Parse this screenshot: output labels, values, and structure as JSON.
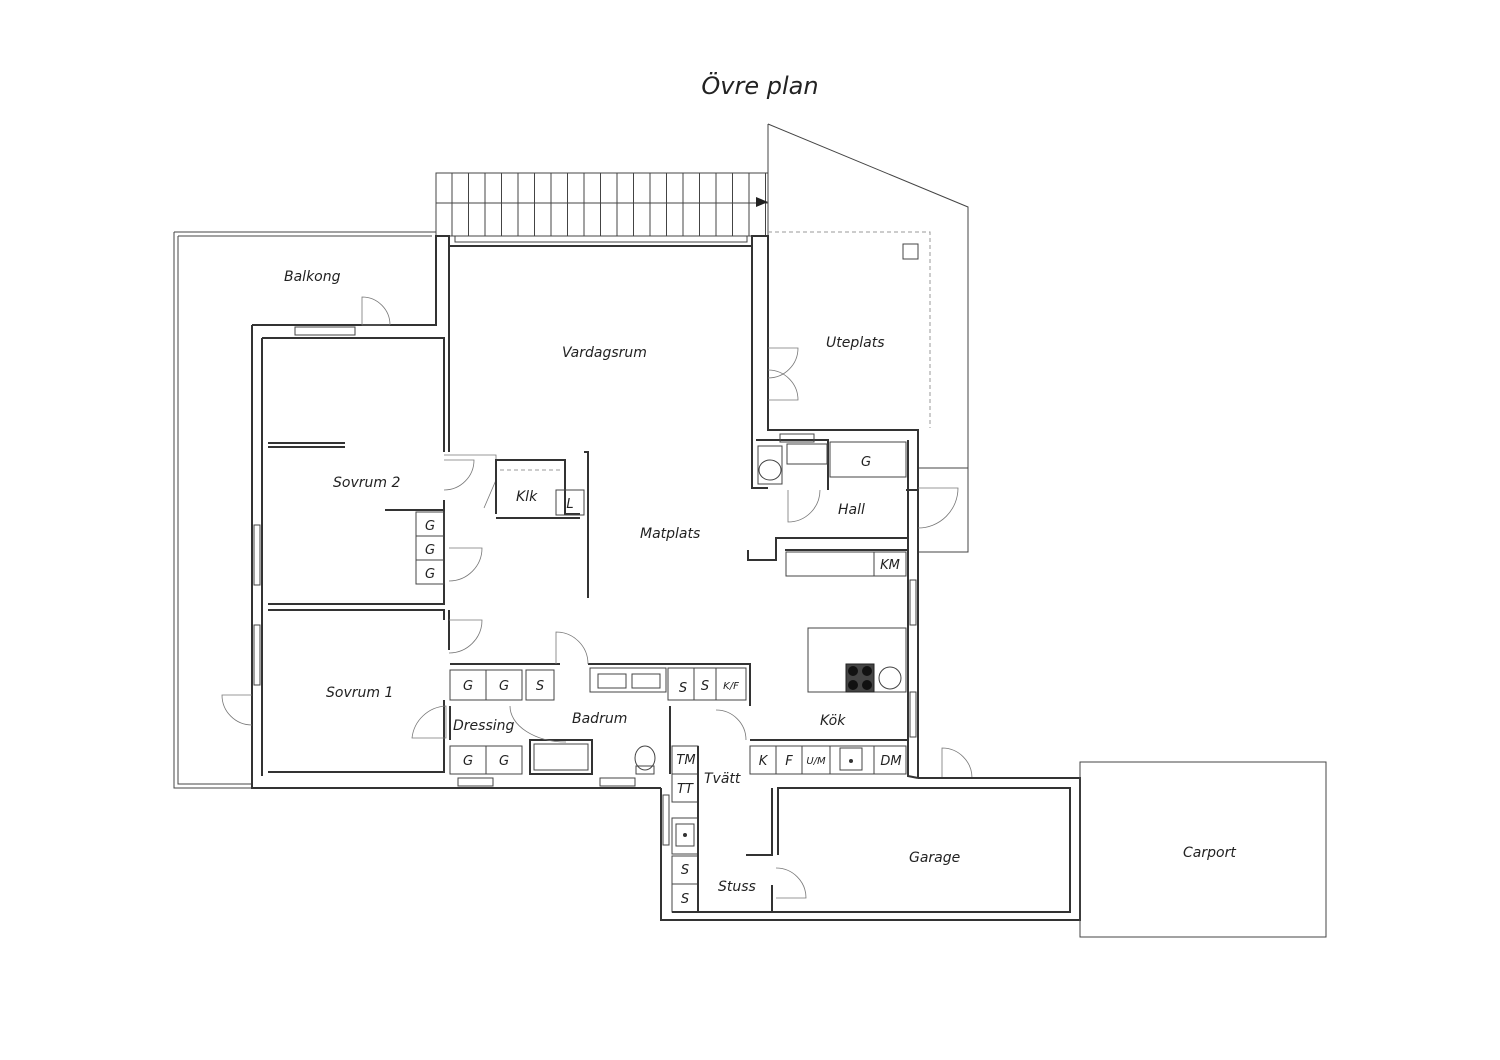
{
  "plan": {
    "title": "Övre plan",
    "rooms": {
      "balkong": "Balkong",
      "vardagsrum": "Vardagsrum",
      "uteplats": "Uteplats",
      "sovrum2": "Sovrum 2",
      "klk": "Klk",
      "matplats": "Matplats",
      "hall": "Hall",
      "sovrum1": "Sovrum 1",
      "dressing": "Dressing",
      "badrum": "Badrum",
      "kok": "Kök",
      "tvatt": "Tvätt",
      "stuss": "Stuss",
      "garage": "Garage",
      "carport": "Carport"
    },
    "fixtures": {
      "g": "G",
      "s": "S",
      "l": "L",
      "km": "KM",
      "kf": "K/F",
      "tm": "TM",
      "tt": "TT",
      "k": "K",
      "f": "F",
      "um": "U/M",
      "dm": "DM"
    }
  }
}
